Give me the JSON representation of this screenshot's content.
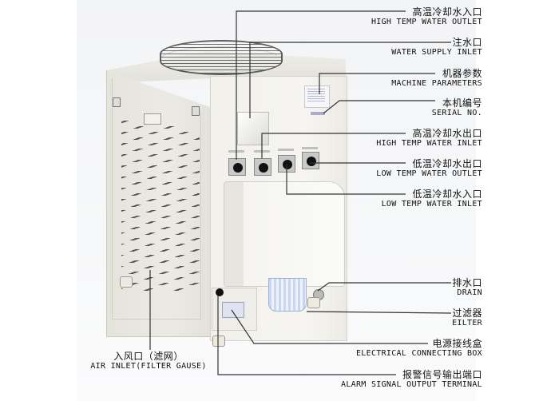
{
  "image": {
    "subject": "industrial water chiller unit, front-right view",
    "background_color": "#ffffff",
    "body_color": "#efeee9",
    "leader_line_color": "#333333"
  },
  "labels": [
    {
      "id": "high-temp-water-outlet",
      "zh": "高温冷却水入口",
      "en": "HIGH TEMP WATER OUTLET"
    },
    {
      "id": "water-supply-inlet",
      "zh": "注水口",
      "en": "WATER SUPPLY INLET"
    },
    {
      "id": "machine-parameters",
      "zh": "机器参数",
      "en": "MACHINE PARAMETERS"
    },
    {
      "id": "serial-no",
      "zh": "本机编号",
      "en": "SERIAL NO."
    },
    {
      "id": "high-temp-water-inlet",
      "zh": "高温冷却水出口",
      "en": "HIGH TEMP WATER INLET"
    },
    {
      "id": "low-temp-water-outlet",
      "zh": "低温冷却水出口",
      "en": "LOW TEMP WATER OUTLET"
    },
    {
      "id": "low-temp-water-inlet",
      "zh": "低温冷却水入口",
      "en": "LOW TEMP WATER INLET"
    },
    {
      "id": "drain",
      "zh": "排水口",
      "en": "DRAIN"
    },
    {
      "id": "filter",
      "zh": "过滤器",
      "en": "EILTER"
    },
    {
      "id": "electrical-connecting-box",
      "zh": "电源接线盒",
      "en": "ELECTRICAL CONNECTING BOX"
    },
    {
      "id": "alarm-signal-output-terminal",
      "zh": "报警信号输出端口",
      "en": "ALARM SIGNAL OUTPUT TERMINAL"
    },
    {
      "id": "air-inlet",
      "zh": "入风口（滤网）",
      "en": "AIR INLET(FILTER GAUSE)"
    }
  ]
}
